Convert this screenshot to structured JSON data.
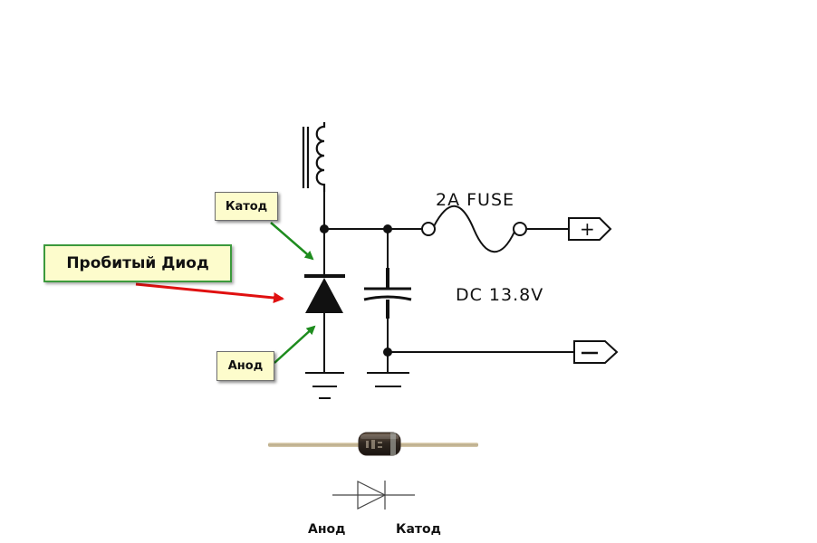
{
  "callouts": {
    "cathode": "Катод",
    "broken_diode": "Пробитый Диод",
    "anode": "Анод"
  },
  "schematic": {
    "fuse_label": "2A FUSE",
    "dc_label": "DC 13.8V",
    "plus_symbol": "+"
  },
  "photo_labels": {
    "anode": "Анод",
    "cathode": "Катод"
  },
  "colors": {
    "callout_bg": "#fdfccc",
    "green_arrow": "#1e8c1e",
    "red_arrow": "#e01010",
    "wire": "#111111"
  }
}
